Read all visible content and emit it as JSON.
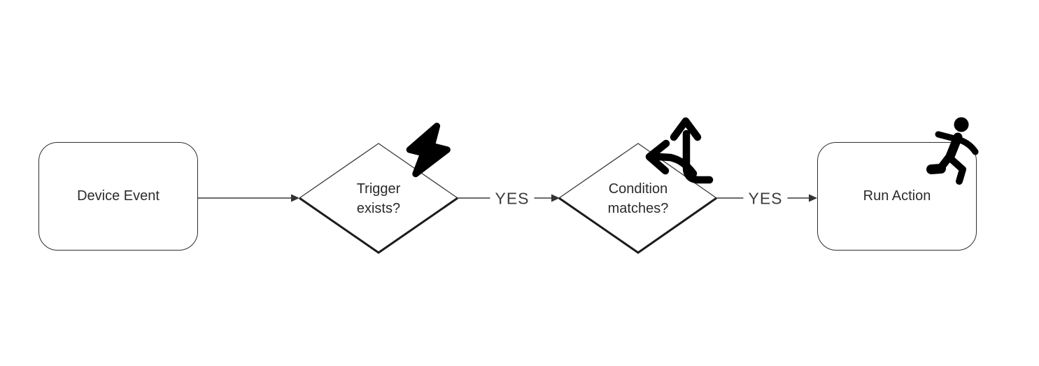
{
  "diagram": {
    "type": "flowchart",
    "background_color": "#ffffff",
    "stroke_color": "#2f2f2f",
    "text_color": "#2b2b2b",
    "nodes": [
      {
        "id": "device-event",
        "shape": "rounded-rect",
        "label": "Device Event",
        "icon": null
      },
      {
        "id": "trigger-exists",
        "shape": "decision-diamond",
        "label": "Trigger\nexists?",
        "icon": "lightning-bolt"
      },
      {
        "id": "condition-matches",
        "shape": "decision-diamond",
        "label": "Condition\nmatches?",
        "icon": "split-arrows"
      },
      {
        "id": "run-action",
        "shape": "rounded-rect",
        "label": "Run Action",
        "icon": "running-person"
      }
    ],
    "edges": [
      {
        "from": "device-event",
        "to": "trigger-exists",
        "label": ""
      },
      {
        "from": "trigger-exists",
        "to": "condition-matches",
        "label": "YES"
      },
      {
        "from": "condition-matches",
        "to": "run-action",
        "label": "YES"
      }
    ]
  }
}
